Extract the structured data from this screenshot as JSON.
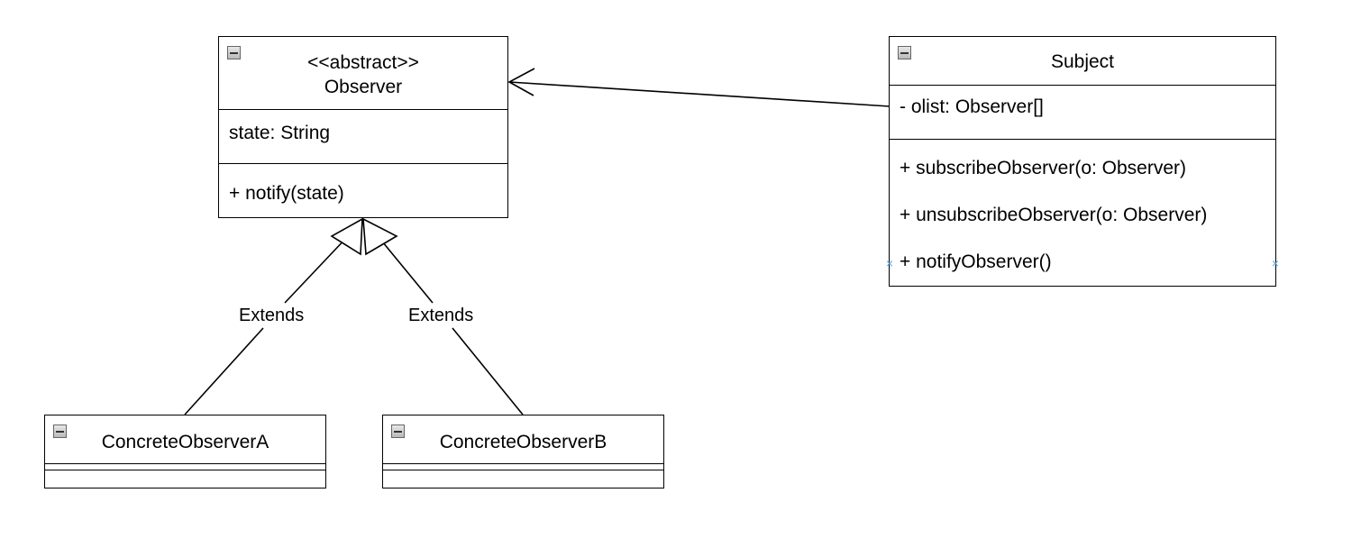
{
  "observer": {
    "stereotype": "<<abstract>>",
    "name": "Observer",
    "attributes": [
      "state: String"
    ],
    "operations": [
      "+ notify(state)"
    ]
  },
  "subject": {
    "name": "Subject",
    "attributes": [
      "- olist: Observer[]"
    ],
    "operations": [
      "+ subscribeObserver(o: Observer)",
      "+ unsubscribeObserver(o: Observer)",
      "+ notifyObserver()"
    ]
  },
  "concrete_a": {
    "name": "ConcreteObserverA"
  },
  "concrete_b": {
    "name": "ConcreteObserverB"
  },
  "edges": {
    "extends_a_label": "Extends",
    "extends_b_label": "Extends"
  },
  "colors": {
    "line": "#000000",
    "handle": "#4ea6dc"
  }
}
